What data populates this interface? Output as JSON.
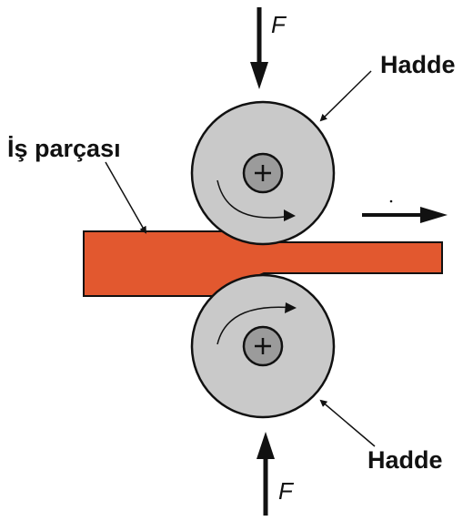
{
  "labels": {
    "force_top": "F",
    "force_bottom": "F",
    "roller_top": "Hadde",
    "roller_bottom": "Hadde",
    "workpiece": "İş parçası"
  },
  "colors": {
    "workpiece": "#e2582f",
    "roller": "#c9c9c9",
    "hub": "#9b9b9b",
    "ink": "#111111"
  },
  "icons": {
    "hub_symbol": "plus-icon",
    "rotation": "curved-arrow-icon"
  }
}
